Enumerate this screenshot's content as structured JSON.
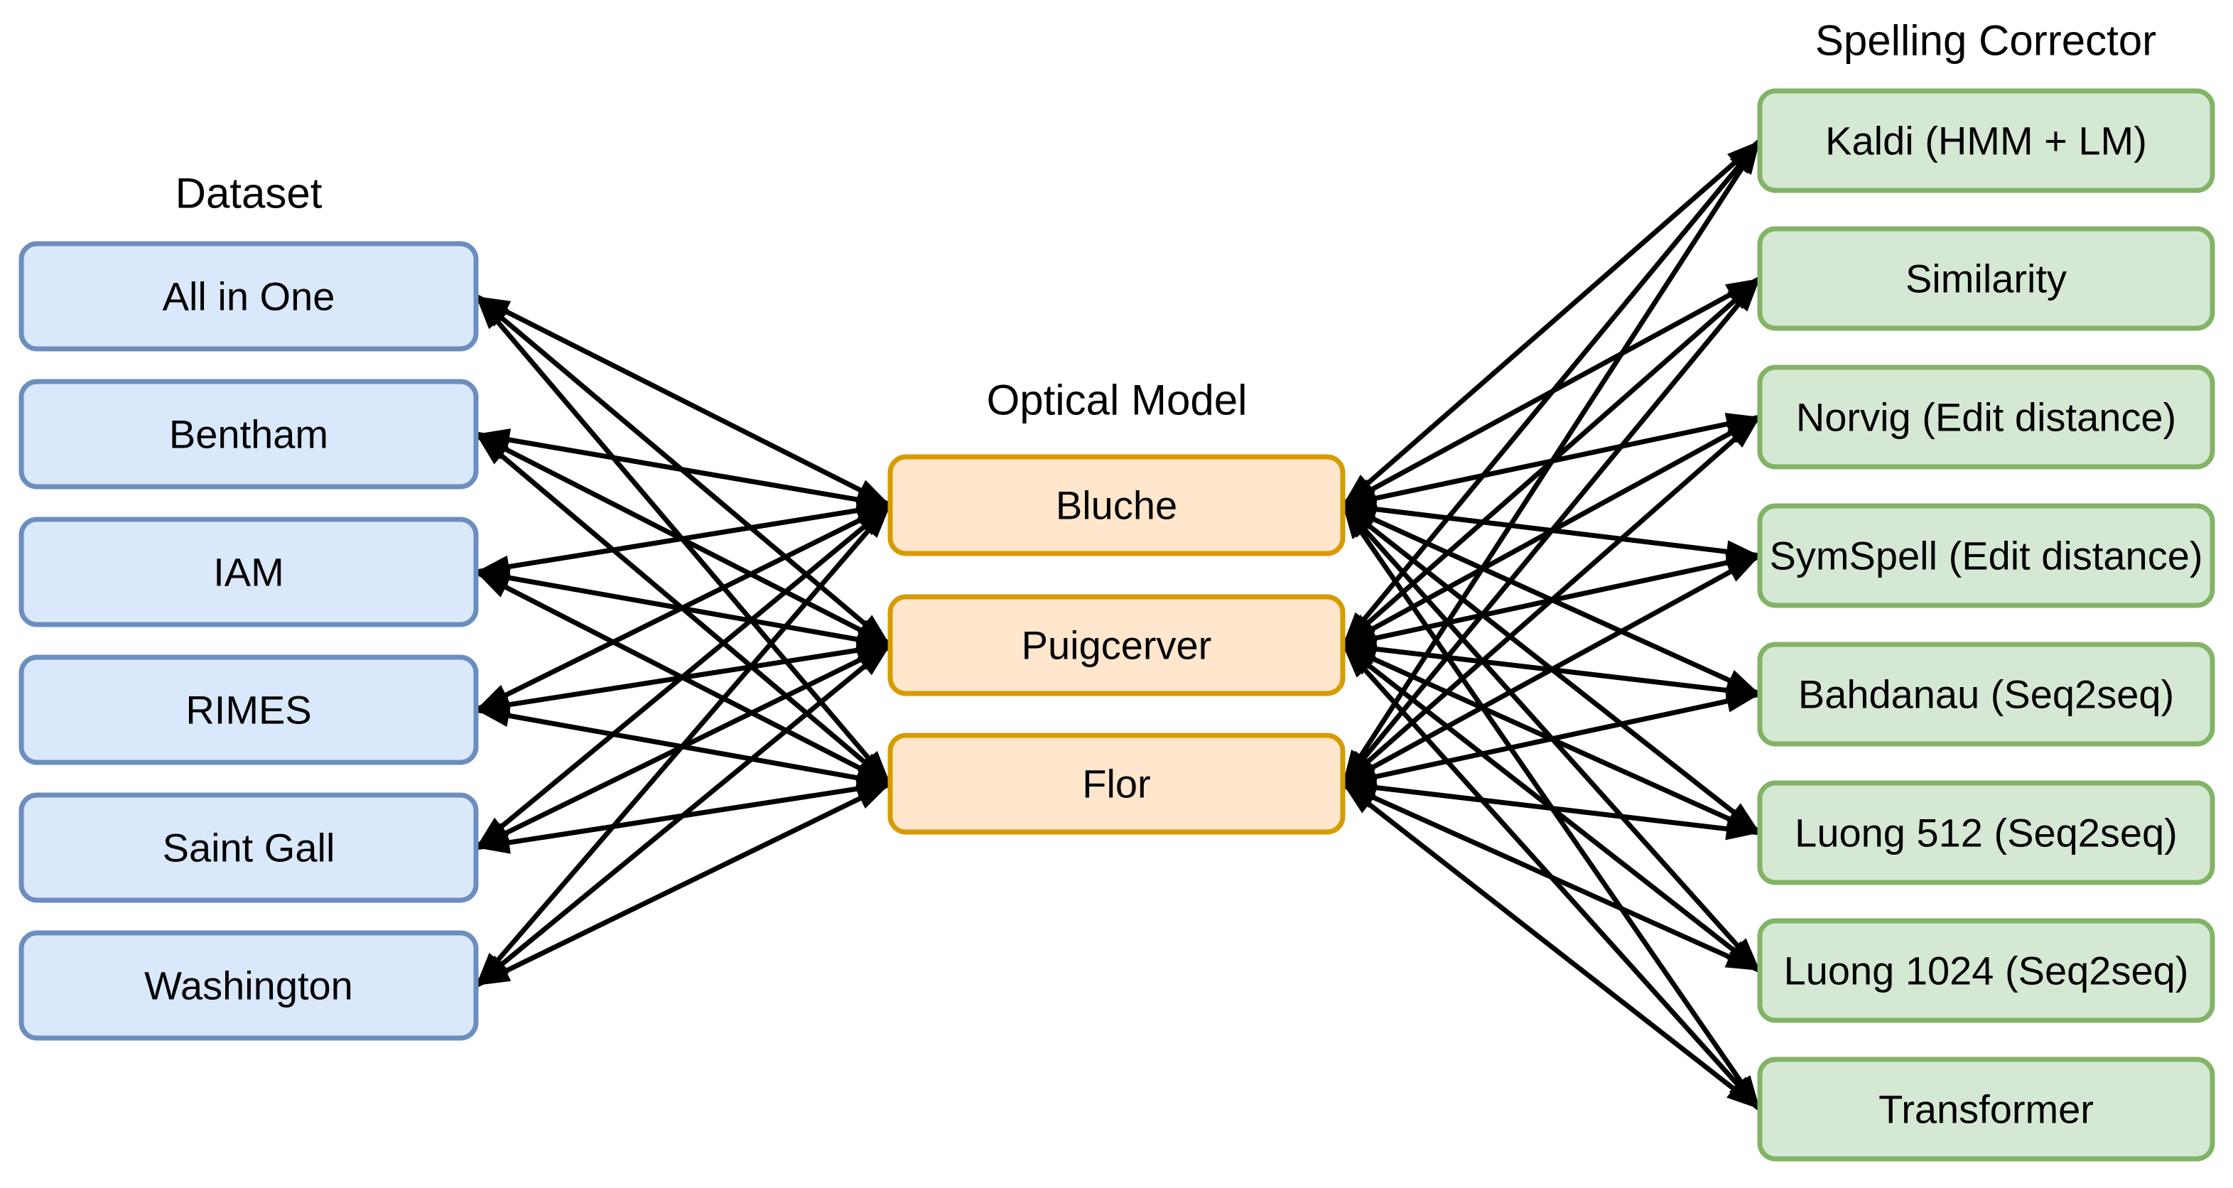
{
  "diagram": {
    "background_color": "#ffffff",
    "edge_color": "#000000",
    "arrow_style": "double-headed",
    "columns": [
      {
        "id": "dataset",
        "title": "Dataset",
        "fill": "#dae8fc",
        "stroke": "#6c8ebf",
        "items": [
          "All in One",
          "Bentham",
          "IAM",
          "RIMES",
          "Saint Gall",
          "Washington"
        ]
      },
      {
        "id": "optical-model",
        "title": "Optical Model",
        "fill": "#ffe6cc",
        "stroke": "#d79b00",
        "items": [
          "Bluche",
          "Puigcerver",
          "Flor"
        ]
      },
      {
        "id": "spelling-corrector",
        "title": "Spelling Corrector",
        "fill": "#d5e8d4",
        "stroke": "#82b366",
        "items": [
          "Kaldi (HMM + LM)",
          "Similarity",
          "Norvig (Edit distance)",
          "SymSpell (Edit distance)",
          "Bahdanau (Seq2seq)",
          "Luong 512 (Seq2seq)",
          "Luong 1024 (Seq2seq)",
          "Transformer"
        ]
      }
    ],
    "edges": {
      "dataset_to_optical_model": "all-to-all",
      "optical_model_to_spelling_corrector": "all-to-all"
    }
  }
}
